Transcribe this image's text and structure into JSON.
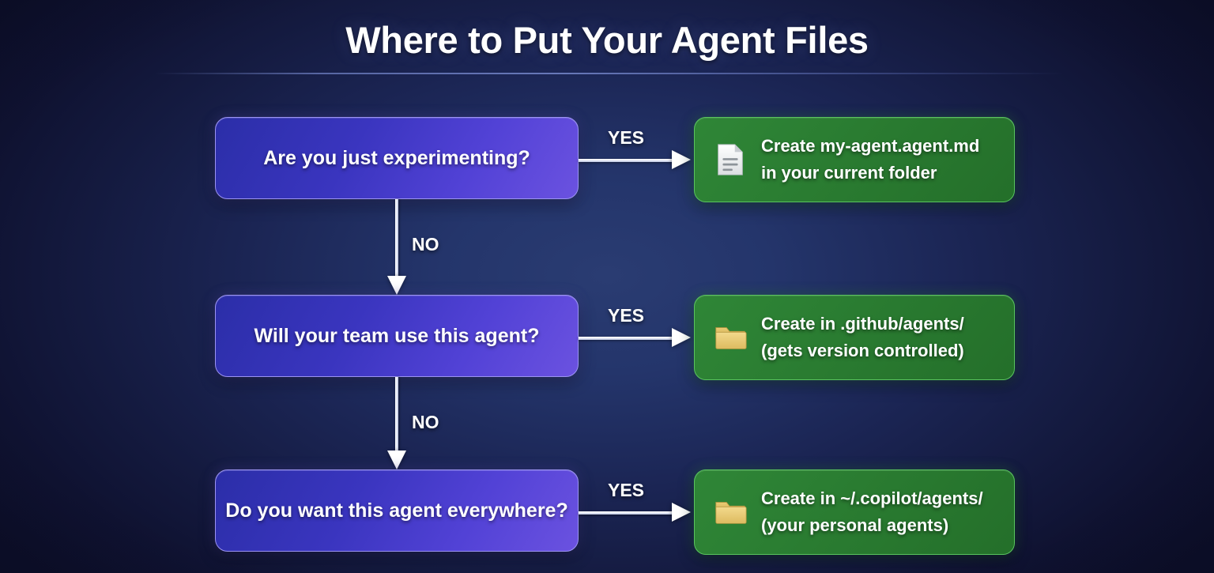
{
  "header": {
    "title": "Where to Put Your Agent Files"
  },
  "colors": {
    "background_center": "#24356b",
    "background_edge": "#0d0f2b",
    "decision_gradient_start": "#2b2ea8",
    "decision_gradient_end": "#6b52e0",
    "decision_border": "#9b93f2",
    "result_fill": "#2a7c31",
    "result_border": "#59c45e",
    "arrow": "#ffffff",
    "folder_icon": "#e8c765",
    "document_icon": "#f2f2f2"
  },
  "flow": {
    "rows": [
      {
        "decision": "Are you just experimenting?",
        "yes_label": "YES",
        "no_label": "NO",
        "result": {
          "icon": "document-icon",
          "line1": "Create my-agent.agent.md",
          "line2": "in your current folder"
        }
      },
      {
        "decision": "Will your team use this agent?",
        "yes_label": "YES",
        "no_label": "NO",
        "result": {
          "icon": "folder-icon",
          "line1": "Create in .github/agents/",
          "line2": "(gets version controlled)"
        }
      },
      {
        "decision": "Do you want this agent everywhere?",
        "yes_label": "YES",
        "no_label": "",
        "result": {
          "icon": "folder-icon",
          "line1": "Create in ~/.copilot/agents/",
          "line2": "(your personal agents)"
        }
      }
    ]
  }
}
